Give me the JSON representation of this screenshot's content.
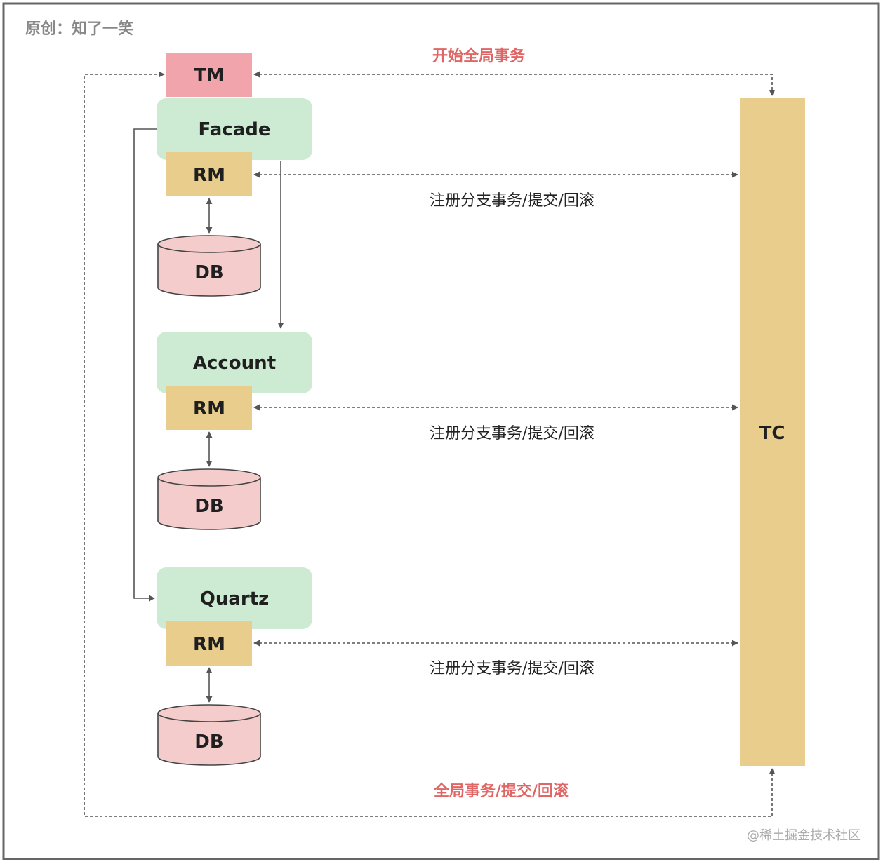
{
  "author_note": "原创：知了一笑",
  "watermark": "@稀土掘金技术社区",
  "colors": {
    "tm": "#f2a4ac",
    "service": "#cdebd3",
    "rm": "#e9cd8d",
    "db": "#f4cccc",
    "tc": "#e9cd8d",
    "highlight": "#e06666",
    "arrow": "#555555",
    "frame": "#666666"
  },
  "tm": {
    "label": "TM"
  },
  "tc": {
    "label": "TC"
  },
  "services": [
    {
      "name": "Facade",
      "rm": "RM",
      "db": "DB",
      "note": "注册分支事务/提交/回滚"
    },
    {
      "name": "Account",
      "rm": "RM",
      "db": "DB",
      "note": "注册分支事务/提交/回滚"
    },
    {
      "name": "Quartz",
      "rm": "RM",
      "db": "DB",
      "note": "注册分支事务/提交/回滚"
    }
  ],
  "top_edge_label": "开始全局事务",
  "bottom_edge_label": "全局事务/提交/回滚"
}
